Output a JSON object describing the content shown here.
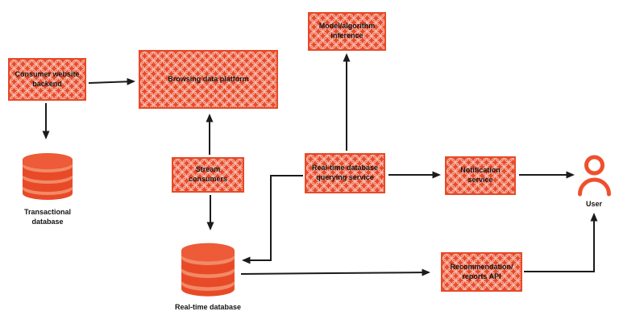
{
  "diagram": {
    "nodes": {
      "consumer_backend": {
        "label": "Consumer website\nbackend"
      },
      "browsing_platform": {
        "label": "Browsing data platform"
      },
      "model_inference": {
        "label": "Model/algorithm\ninference"
      },
      "stream_consumers": {
        "label": "Stream\nconsumers"
      },
      "realtime_querying": {
        "label": "Real-time database\nquerying service"
      },
      "notification_service": {
        "label": "Notification\nservice"
      },
      "recommendation_api": {
        "label": "Recommendation/\nreports API"
      }
    },
    "databases": {
      "transactional": {
        "label": "Transactional\ndatabase"
      },
      "realtime": {
        "label": "Real-time database"
      }
    },
    "user": {
      "label": "User"
    },
    "colors": {
      "node_fill": "#e84a28",
      "node_border": "#e84a28",
      "pattern_line": "#ffffff",
      "db_band_light": "#f28a66",
      "user_icon": "#ef4f2d",
      "arrow": "#1b1b1b",
      "label_text": "#141414",
      "background": "#ffffff"
    }
  }
}
